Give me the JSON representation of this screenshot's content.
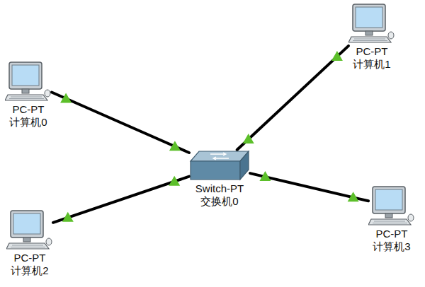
{
  "diagram": {
    "nodes": [
      {
        "text": [
          "PC-PT",
          "计算机1"
        ]
      },
      {
        "text": [
          "PC-PT",
          "计算机0"
        ]
      },
      {
        "text": [
          "Switch-PT",
          "交换机0"
        ]
      },
      {
        "text": [
          "PC-PT",
          "计算机3"
        ]
      },
      {
        "text": [
          "PC-PT",
          "计算机2"
        ]
      }
    ],
    "edges": [
      {
        "from": 2,
        "to": 0,
        "arrow": "none"
      },
      {
        "from": 2,
        "to": 1,
        "arrow": "none"
      },
      {
        "from": 2,
        "to": 3,
        "arrow": "none"
      },
      {
        "from": 2,
        "to": 4,
        "arrow": "none"
      }
    ]
  }
}
